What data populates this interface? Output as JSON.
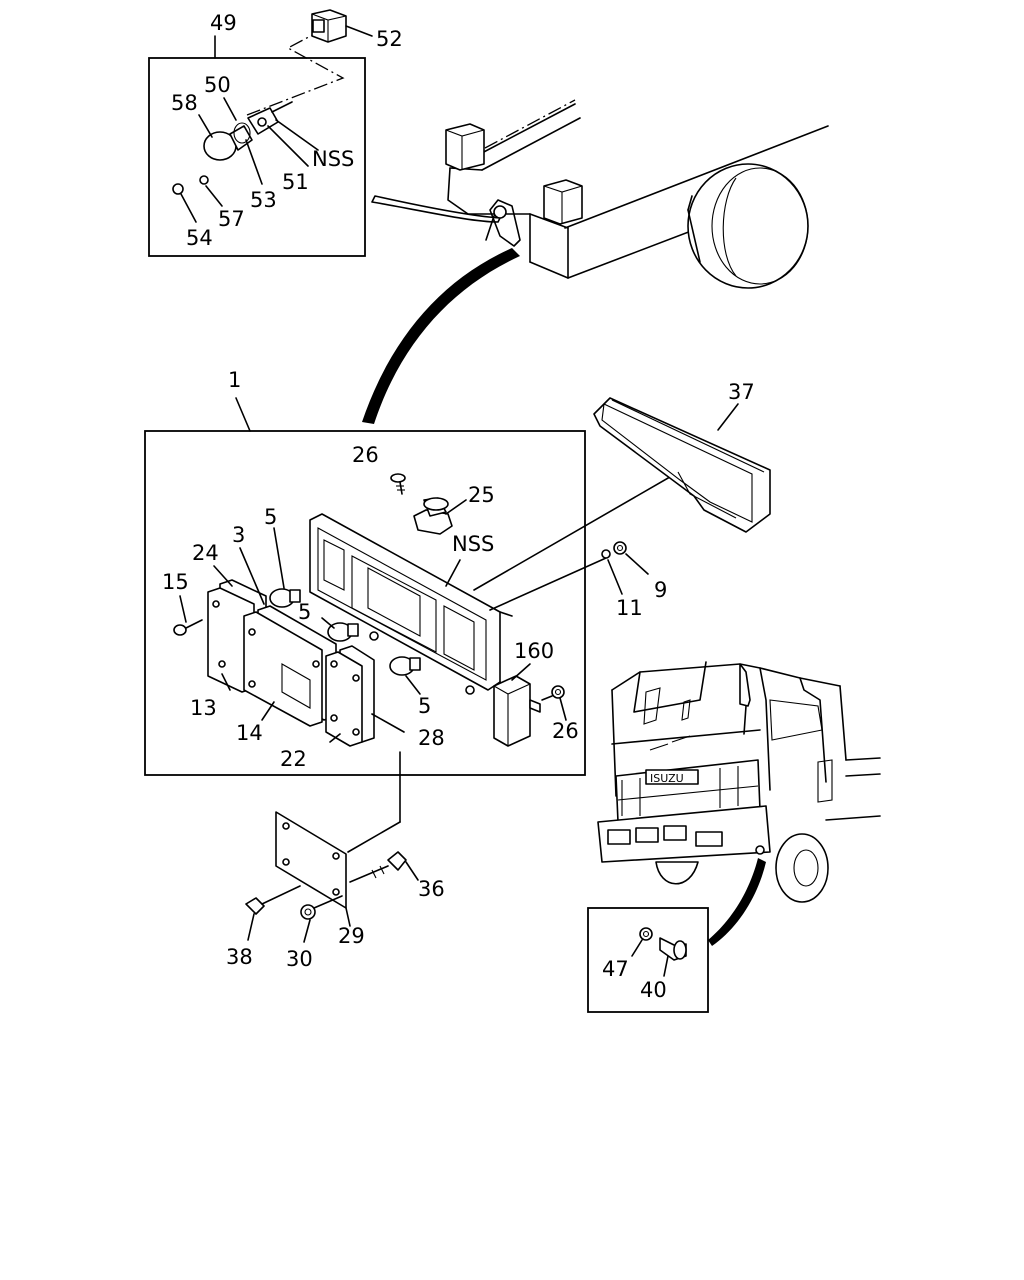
{
  "callouts": {
    "c49": "49",
    "c52": "52",
    "c50": "50",
    "c58": "58",
    "nss_top": "NSS",
    "c51": "51",
    "c53": "53",
    "c57": "57",
    "c54": "54",
    "c1": "1",
    "c37": "37",
    "c26a": "26",
    "c25": "25",
    "nss_mid": "NSS",
    "c5a": "5",
    "c3": "3",
    "c24": "24",
    "c15": "15",
    "c5b": "5",
    "c9": "9",
    "c11": "11",
    "c160": "160",
    "c5c": "5",
    "c26b": "26",
    "c13": "13",
    "c14": "14",
    "c28": "28",
    "c22": "22",
    "c36": "36",
    "c29": "29",
    "c38": "38",
    "c30": "30",
    "c47": "47",
    "c40": "40"
  },
  "emblem": {
    "brand": "ISUZU"
  }
}
